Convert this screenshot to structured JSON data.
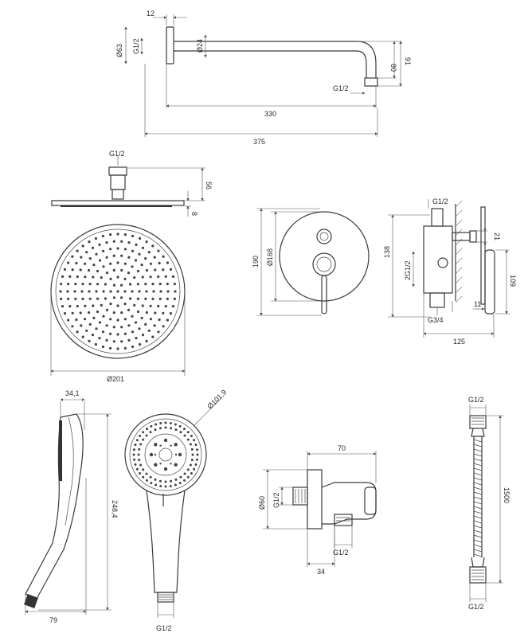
{
  "shower_arm": {
    "dims": {
      "flange_thickness": "12",
      "flange_diameter": "Ø63",
      "inlet_thread": "G1/2",
      "pipe_diameter": "Ø24",
      "drop_80": "80",
      "drop_91": "91",
      "outlet_thread": "G1/2",
      "reach_330": "330",
      "overall_375": "375"
    }
  },
  "head_shower": {
    "dims": {
      "top_thread": "G1/2",
      "height_56": "56",
      "plate_8": "8",
      "diameter": "Ø201"
    }
  },
  "mixer_front": {
    "dims": {
      "height_190": "190",
      "plate_diameter": "Ø168"
    }
  },
  "mixer_side": {
    "dims": {
      "top_thread": "G1/2",
      "height_138": "138",
      "twin_thread": "2G1/2",
      "offset_21": "21",
      "height_109": "109",
      "depth_11": "11",
      "bottom_thread": "G3/4",
      "depth_125": "125"
    }
  },
  "hand_shower": {
    "dims": {
      "head_depth": "34,1",
      "length": "248,4",
      "width_79": "79",
      "face_diameter": "Ø101,9",
      "thread": "G1/2"
    }
  },
  "wall_elbow": {
    "dims": {
      "width_70": "70",
      "flange_diameter": "Ø60",
      "inlet_thread": "G1/2",
      "outlet_thread": "G1/2",
      "depth_34": "34"
    }
  },
  "hose": {
    "dims": {
      "top_thread": "G1/2",
      "length": "1500",
      "bottom_thread": "G1/2"
    }
  }
}
